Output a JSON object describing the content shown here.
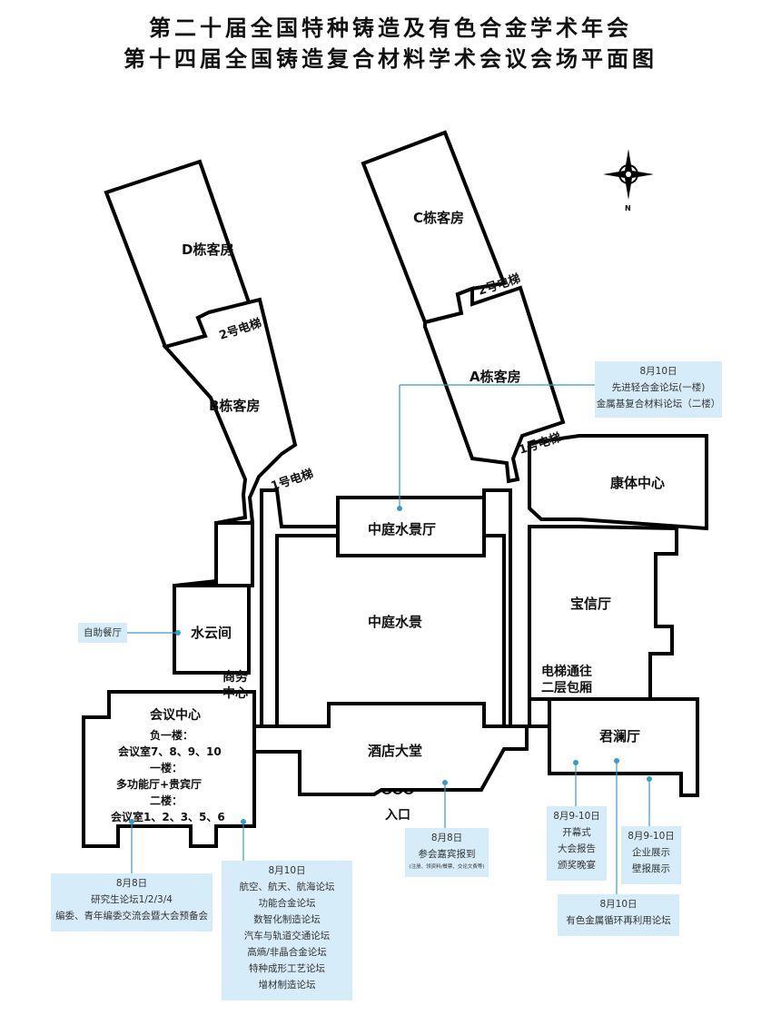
{
  "title": {
    "line1": "第二十届全国特种铸造及有色合金学术年会",
    "line2": "第十四届全国铸造复合材料学术会议会场平面图"
  },
  "compass": {
    "label": "N",
    "icon": "compass-icon"
  },
  "buildings": {
    "d": "D栋客房",
    "b": "B栋客房",
    "c": "C栋客房",
    "a": "A栋客房",
    "elevator2_left": "2号电梯",
    "elevator1_left": "1号电梯",
    "elevator2_right": "2号电梯",
    "elevator1_right": "1号电梯",
    "kangti": "康体中心",
    "atrium_hall": "中庭水景厅",
    "atrium": "中庭水景",
    "baoxin": "宝信厅",
    "shuiyun": "水云间",
    "business_1": "商务",
    "business_2": "中心",
    "lift_note_1": "电梯通往",
    "lift_note_2": "二层包厢",
    "junlan": "君澜厅",
    "lobby": "酒店大堂",
    "entrance": "入口"
  },
  "conference_center": {
    "title": "会议中心",
    "b1_label": "负一楼：",
    "b1_rooms": "会议室7、8、9、10",
    "f1_label": "一楼：",
    "f1_rooms": "多功能厅+贵宾厅",
    "f2_label": "二楼：",
    "f2_rooms": "会议室1、2、3、5、6"
  },
  "callouts": {
    "atrium_hall": {
      "date": "8月10日",
      "line1": "先进轻合金论坛(一楼)",
      "line2": "金属基复合材料论坛（二楼）"
    },
    "buffet": {
      "text": "自助餐厅"
    },
    "lobby": {
      "date": "8月8日",
      "line1": "参会嘉宾报到",
      "small": "(注册、领资料/餐票、交论文费等)"
    },
    "junlan_main": {
      "date": "8月9-10日",
      "line1": "开幕式",
      "line2": "大会报告",
      "line3": "颁奖晚宴"
    },
    "junlan_forum": {
      "date": "8月10日",
      "line1": "有色金属循环再利用论坛"
    },
    "exhibit": {
      "date": "8月9-10日",
      "line1": "企业展示",
      "line2": "壁报展示"
    },
    "conf_left": {
      "date": "8月8日",
      "line1": "研究生论坛1/2/3/4",
      "line2": "编委、青年编委交流会暨大会预备会"
    },
    "conf_right": {
      "date": "8月10日",
      "items": [
        "航空、航天、航海论坛",
        "功能合金论坛",
        "数智化制造论坛",
        "汽车与轨道交通论坛",
        "高熵/非晶合金论坛",
        "特种成形工艺论坛",
        "增材制造论坛"
      ]
    }
  },
  "colors": {
    "callout_bg": "#d6ecf8",
    "pin": "#3a9bc9",
    "outline": "#000000"
  }
}
